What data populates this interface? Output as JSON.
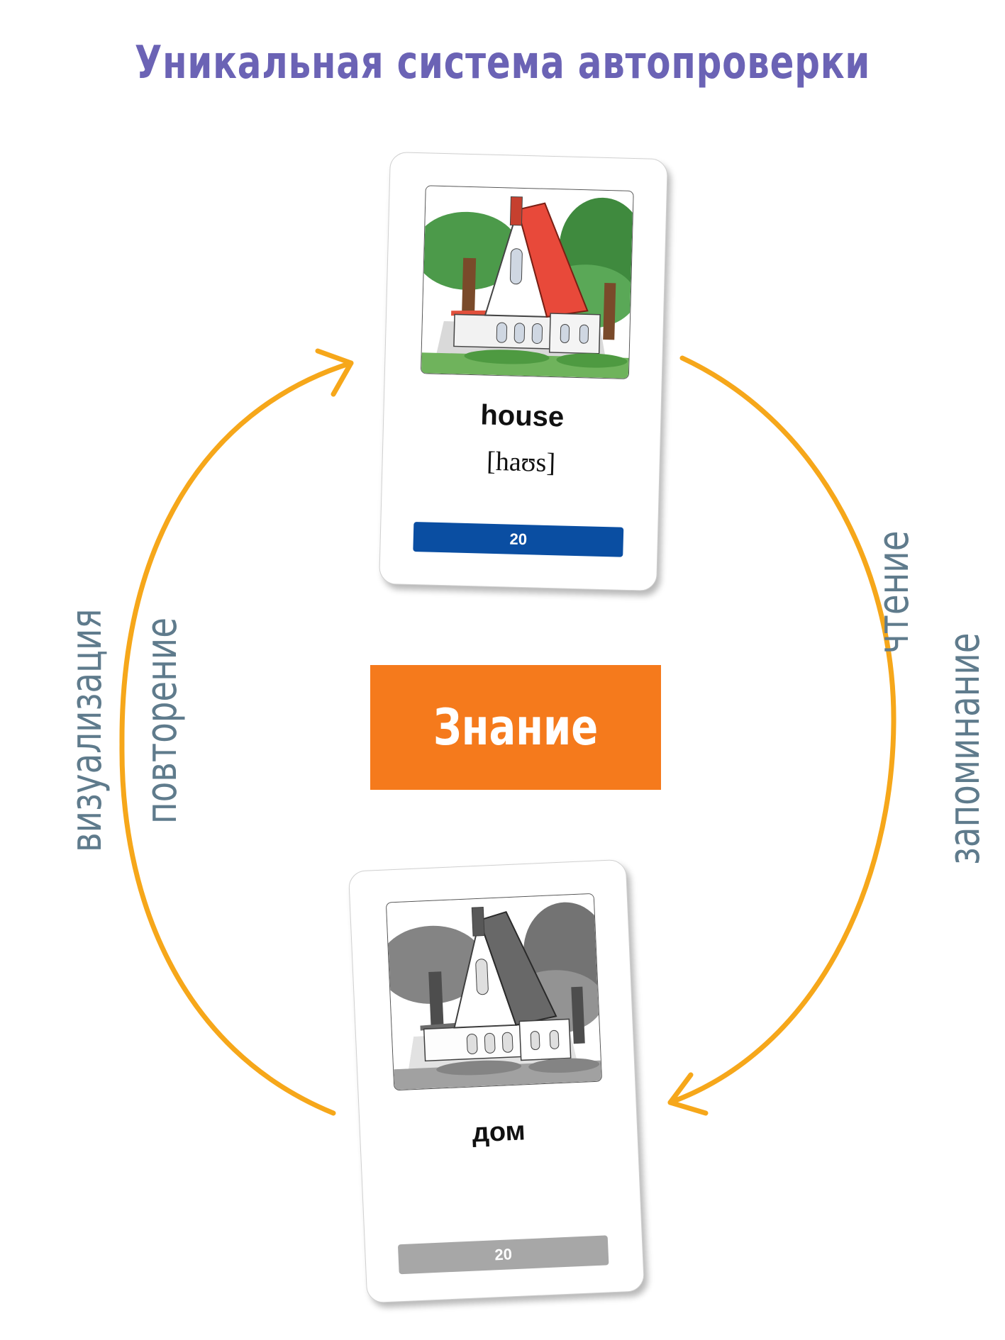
{
  "title": "Уникальная система автопроверки",
  "center_label": "Знание",
  "left_labels": [
    "визуализация",
    "повторение"
  ],
  "right_labels": [
    "чтение",
    "запоминание"
  ],
  "card_english": {
    "word": "house",
    "transcription": "[haʊs]",
    "number": "20",
    "image": "house-color-illustration"
  },
  "card_russian": {
    "word": "дом",
    "number": "20",
    "image": "house-grayscale-illustration"
  },
  "colors": {
    "title": "#6b63b5",
    "arrows": "#f6a71a",
    "knowledge_box": "#f57a1c",
    "side_labels": "#5f7b8c",
    "english_bar": "#0a4ea2",
    "russian_bar": "#a7a7a7"
  }
}
